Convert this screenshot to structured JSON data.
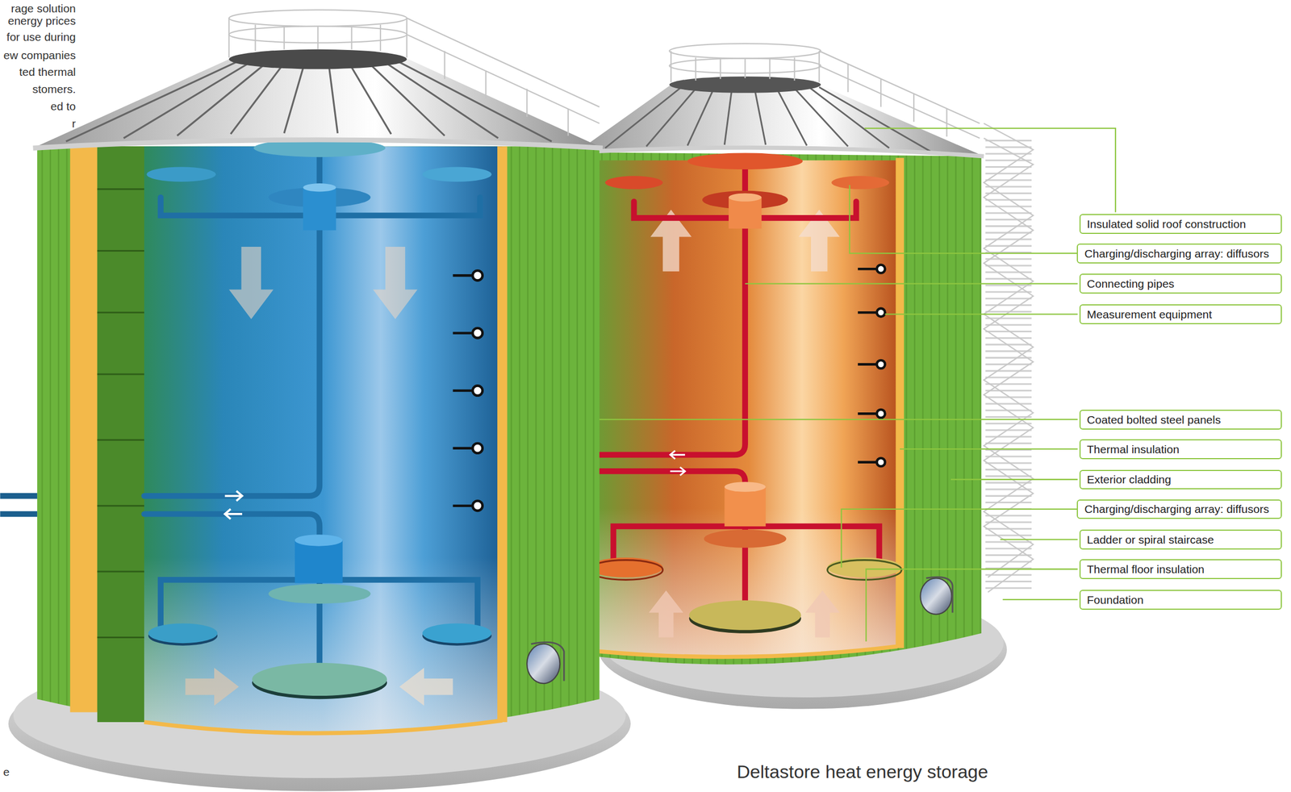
{
  "diagram": {
    "caption": "Deltastore heat energy storage",
    "nodes": [
      {
        "text": [
          "Insulated solid roof construction"
        ]
      },
      {
        "text": [
          "Charging/discharging array: diffusors"
        ]
      },
      {
        "text": [
          "Connecting pipes"
        ]
      },
      {
        "text": [
          "Measurement equipment"
        ]
      },
      {
        "text": [
          "Coated bolted steel panels"
        ]
      },
      {
        "text": [
          "Thermal insulation"
        ]
      },
      {
        "text": [
          "Exterior cladding"
        ]
      },
      {
        "text": [
          "Charging/discharging array: diffusors"
        ]
      },
      {
        "text": [
          "Ladder or spiral staircase"
        ]
      },
      {
        "text": [
          "Thermal floor insulation"
        ]
      },
      {
        "text": [
          "Foundation"
        ]
      }
    ],
    "labels": [
      "rage solution",
      "energy prices",
      "for use during",
      "ew companies",
      "ted thermal",
      "stomers.",
      "ed to",
      "r",
      "e"
    ]
  }
}
